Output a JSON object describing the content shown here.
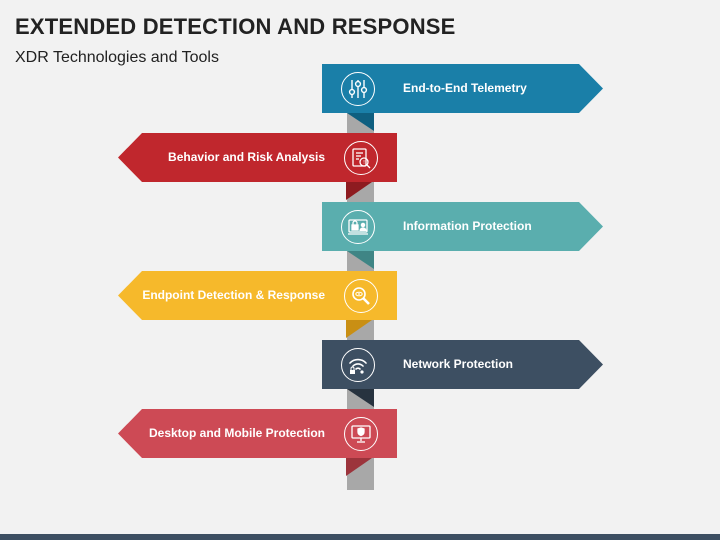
{
  "header": {
    "title": "EXTENDED DETECTION AND RESPONSE",
    "subtitle": "XDR Technologies and Tools"
  },
  "signs": [
    {
      "label": "End-to-End Telemetry",
      "direction": "right",
      "color": "#1a7fa8",
      "fold_color": "#0f5f80",
      "icon": "sliders-icon"
    },
    {
      "label": "Behavior and Risk Analysis",
      "direction": "left",
      "color": "#c0272d",
      "fold_color": "#8e1b20",
      "icon": "risk-analysis-icon"
    },
    {
      "label": "Information Protection",
      "direction": "right",
      "color": "#5aaeae",
      "fold_color": "#3f8585",
      "icon": "lock-user-icon"
    },
    {
      "label": "Endpoint Detection & Response",
      "direction": "left",
      "color": "#f6b92b",
      "fold_color": "#c98f14",
      "icon": "magnifier-icon"
    },
    {
      "label": "Network Protection",
      "direction": "right",
      "color": "#3d4f62",
      "fold_color": "#27333f",
      "icon": "wifi-lock-icon"
    },
    {
      "label": "Desktop and Mobile Protection",
      "direction": "left",
      "color": "#cd4a55",
      "fold_color": "#9c343c",
      "icon": "monitor-shield-icon"
    }
  ]
}
